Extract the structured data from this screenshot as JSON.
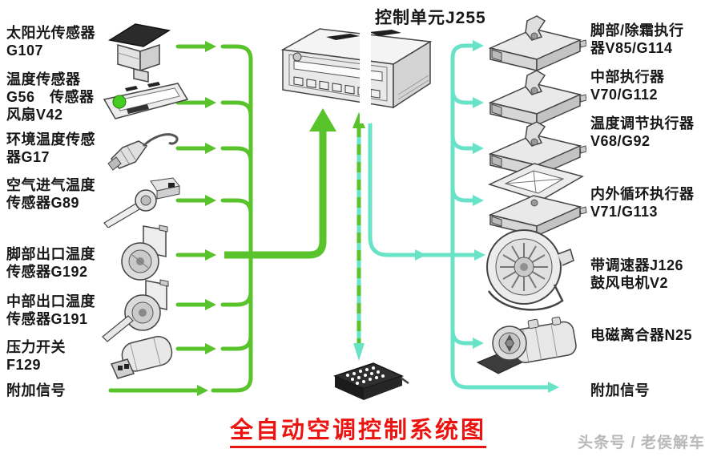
{
  "colors": {
    "sensor_line_green": "#58c32a",
    "actuator_line_teal": "#68e3c8",
    "title_red": "#ec1410",
    "watermark_gray": "#b9b9b9"
  },
  "control_unit": {
    "label": "控制单元J255",
    "icon": "ac-control-unit-icon"
  },
  "sensors": [
    {
      "lines": [
        "太阳光传感器",
        "G107"
      ],
      "icon": "solar-sensor-icon"
    },
    {
      "lines": [
        "温度传感器",
        "G56　传感器",
        "风扇V42"
      ],
      "icon": "temp-sensor-fan-icon"
    },
    {
      "lines": [
        "环境温度传感",
        "器G17"
      ],
      "icon": "ambient-temp-sensor-icon"
    },
    {
      "lines": [
        "空气进气温度",
        "传感器G89"
      ],
      "icon": "intake-air-temp-sensor-icon"
    },
    {
      "lines": [
        "脚部出口温度",
        "传感器G192"
      ],
      "icon": "footwell-outlet-temp-sensor-icon"
    },
    {
      "lines": [
        "中部出口温度",
        "传感器G191"
      ],
      "icon": "center-outlet-temp-sensor-icon"
    },
    {
      "lines": [
        "压力开关",
        "F129"
      ],
      "icon": "pressure-switch-icon"
    },
    {
      "lines": [
        "附加信号"
      ],
      "icon": null
    }
  ],
  "actuators": [
    {
      "lines": [
        "脚部/除霜执行",
        "器V85/G114"
      ],
      "icon": "flap-actuator-icon"
    },
    {
      "lines": [
        "中部执行器",
        "V70/G112"
      ],
      "icon": "flap-actuator-icon"
    },
    {
      "lines": [
        "温度调节执行器",
        "V68/G92"
      ],
      "icon": "flap-actuator-icon"
    },
    {
      "lines": [
        "内外循环执行器",
        "V71/G113"
      ],
      "icon": "recirculation-actuator-icon"
    },
    {
      "lines": [
        "带调速器J126",
        "鼓风电机V2"
      ],
      "icon": "blower-motor-icon"
    },
    {
      "lines": [
        "电磁离合器N25"
      ],
      "icon": "compressor-clutch-icon"
    },
    {
      "lines": [
        "附加信号"
      ],
      "icon": null
    }
  ],
  "connector": {
    "icon": "diagnostic-connector-icon"
  },
  "title": {
    "text": "全自动空调控制系统图"
  },
  "watermark": {
    "text": "头条号 / 老侯解车"
  }
}
